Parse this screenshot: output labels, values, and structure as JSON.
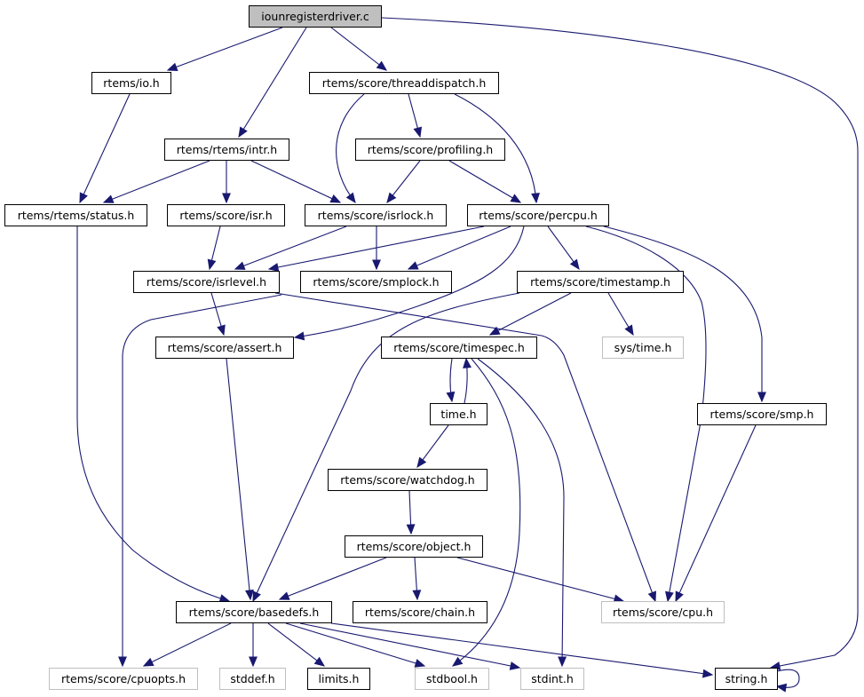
{
  "title": "iounregisterdriver.c include dependency graph",
  "colors": {
    "edge": "#191970",
    "root_fill": "#bfbfbf",
    "node_fill": "#ffffff",
    "node_border": "#000000",
    "external_border": "#bfbfbf"
  },
  "nodes": [
    {
      "id": "root",
      "label": "iounregisterdriver.c",
      "kind": "root"
    },
    {
      "id": "io",
      "label": "rtems/io.h",
      "kind": "documented"
    },
    {
      "id": "threaddispatch",
      "label": "rtems/score/threaddispatch.h",
      "kind": "documented"
    },
    {
      "id": "intr",
      "label": "rtems/rtems/intr.h",
      "kind": "documented"
    },
    {
      "id": "profiling",
      "label": "rtems/score/profiling.h",
      "kind": "documented"
    },
    {
      "id": "status",
      "label": "rtems/rtems/status.h",
      "kind": "documented"
    },
    {
      "id": "isr",
      "label": "rtems/score/isr.h",
      "kind": "documented"
    },
    {
      "id": "isrlock",
      "label": "rtems/score/isrlock.h",
      "kind": "documented"
    },
    {
      "id": "percpu",
      "label": "rtems/score/percpu.h",
      "kind": "documented"
    },
    {
      "id": "isrlevel",
      "label": "rtems/score/isrlevel.h",
      "kind": "documented"
    },
    {
      "id": "smplock",
      "label": "rtems/score/smplock.h",
      "kind": "documented"
    },
    {
      "id": "timestamp",
      "label": "rtems/score/timestamp.h",
      "kind": "documented"
    },
    {
      "id": "assert",
      "label": "rtems/score/assert.h",
      "kind": "documented"
    },
    {
      "id": "timespec",
      "label": "rtems/score/timespec.h",
      "kind": "documented"
    },
    {
      "id": "systime",
      "label": "sys/time.h",
      "kind": "external"
    },
    {
      "id": "time",
      "label": "time.h",
      "kind": "documented"
    },
    {
      "id": "smp",
      "label": "rtems/score/smp.h",
      "kind": "documented"
    },
    {
      "id": "watchdog",
      "label": "rtems/score/watchdog.h",
      "kind": "documented"
    },
    {
      "id": "object",
      "label": "rtems/score/object.h",
      "kind": "documented"
    },
    {
      "id": "basedefs",
      "label": "rtems/score/basedefs.h",
      "kind": "documented"
    },
    {
      "id": "chain",
      "label": "rtems/score/chain.h",
      "kind": "documented"
    },
    {
      "id": "cpu",
      "label": "rtems/score/cpu.h",
      "kind": "external"
    },
    {
      "id": "cpuopts",
      "label": "rtems/score/cpuopts.h",
      "kind": "external"
    },
    {
      "id": "stddef",
      "label": "stddef.h",
      "kind": "external"
    },
    {
      "id": "limits",
      "label": "limits.h",
      "kind": "documented"
    },
    {
      "id": "stdbool",
      "label": "stdbool.h",
      "kind": "external"
    },
    {
      "id": "stdint",
      "label": "stdint.h",
      "kind": "external"
    },
    {
      "id": "string",
      "label": "string.h",
      "kind": "documented"
    }
  ],
  "edges": [
    {
      "from": "root",
      "to": "io"
    },
    {
      "from": "root",
      "to": "intr"
    },
    {
      "from": "root",
      "to": "threaddispatch"
    },
    {
      "from": "root",
      "to": "string"
    },
    {
      "from": "io",
      "to": "status"
    },
    {
      "from": "threaddispatch",
      "to": "isrlock"
    },
    {
      "from": "threaddispatch",
      "to": "profiling"
    },
    {
      "from": "threaddispatch",
      "to": "percpu"
    },
    {
      "from": "intr",
      "to": "status"
    },
    {
      "from": "intr",
      "to": "isr"
    },
    {
      "from": "intr",
      "to": "isrlock"
    },
    {
      "from": "profiling",
      "to": "isrlock"
    },
    {
      "from": "profiling",
      "to": "percpu"
    },
    {
      "from": "status",
      "to": "basedefs"
    },
    {
      "from": "isr",
      "to": "isrlevel"
    },
    {
      "from": "isrlock",
      "to": "isrlevel"
    },
    {
      "from": "isrlock",
      "to": "smplock"
    },
    {
      "from": "percpu",
      "to": "isrlevel"
    },
    {
      "from": "percpu",
      "to": "smplock"
    },
    {
      "from": "percpu",
      "to": "assert"
    },
    {
      "from": "percpu",
      "to": "timestamp"
    },
    {
      "from": "percpu",
      "to": "cpu"
    },
    {
      "from": "percpu",
      "to": "smp"
    },
    {
      "from": "isrlevel",
      "to": "assert"
    },
    {
      "from": "isrlevel",
      "to": "cpu"
    },
    {
      "from": "smplock",
      "to": "cpuopts"
    },
    {
      "from": "timestamp",
      "to": "basedefs"
    },
    {
      "from": "timestamp",
      "to": "timespec"
    },
    {
      "from": "timestamp",
      "to": "systime"
    },
    {
      "from": "assert",
      "to": "basedefs"
    },
    {
      "from": "timespec",
      "to": "time"
    },
    {
      "from": "timespec",
      "to": "stdbool"
    },
    {
      "from": "timespec",
      "to": "stdint"
    },
    {
      "from": "time",
      "to": "timespec"
    },
    {
      "from": "time",
      "to": "watchdog"
    },
    {
      "from": "smp",
      "to": "cpu"
    },
    {
      "from": "watchdog",
      "to": "object"
    },
    {
      "from": "object",
      "to": "basedefs"
    },
    {
      "from": "object",
      "to": "chain"
    },
    {
      "from": "object",
      "to": "cpu"
    },
    {
      "from": "basedefs",
      "to": "cpuopts"
    },
    {
      "from": "basedefs",
      "to": "stddef"
    },
    {
      "from": "basedefs",
      "to": "limits"
    },
    {
      "from": "basedefs",
      "to": "stdbool"
    },
    {
      "from": "basedefs",
      "to": "stdint"
    },
    {
      "from": "basedefs",
      "to": "string"
    },
    {
      "from": "string",
      "to": "string"
    }
  ]
}
